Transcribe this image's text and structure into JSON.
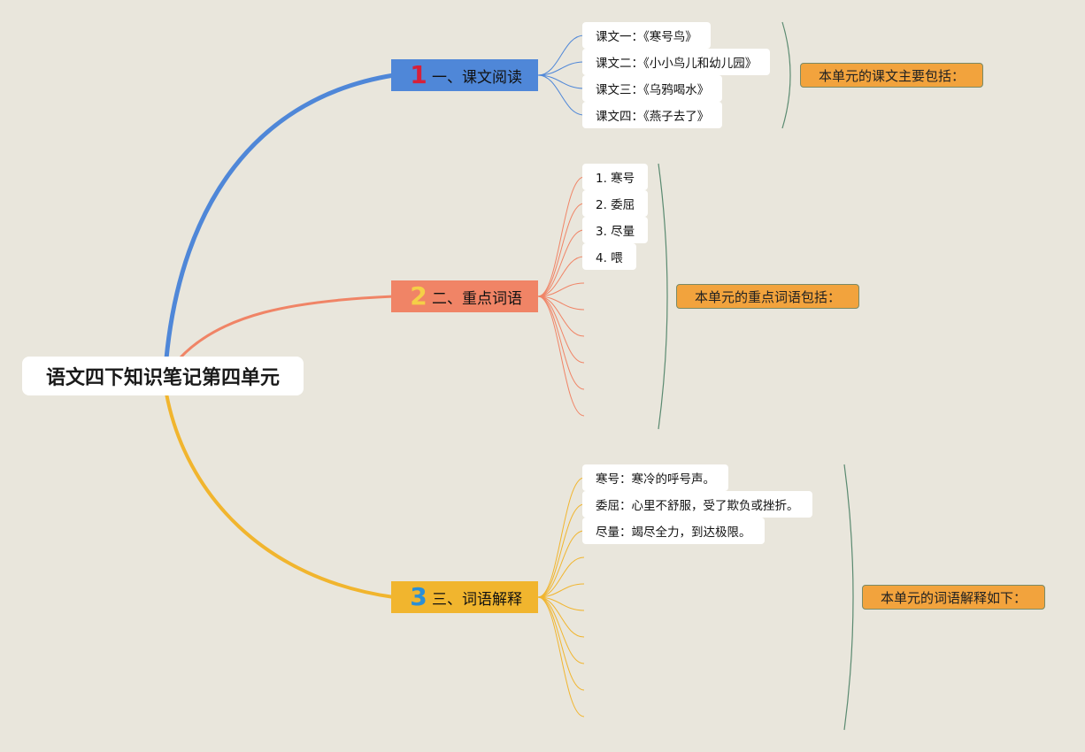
{
  "root": {
    "title": "语文四下知识笔记第四单元"
  },
  "branches": [
    {
      "number": "1",
      "label": "一、课文阅读",
      "color": "#4f87d8",
      "items": [
        "课文一：《寒号鸟》",
        "课文二：《小小鸟儿和幼儿园》",
        "课文三：《乌鸦喝水》",
        "课文四：《燕子去了》"
      ],
      "summary": "本单元的课文主要包括："
    },
    {
      "number": "2",
      "label": "二、重点词语",
      "color": "#f08466",
      "items": [
        "1. 寒号",
        "2. 委屈",
        "3. 尽量",
        "4. 喂"
      ],
      "summary": "本单元的重点词语包括："
    },
    {
      "number": "3",
      "label": "三、词语解释",
      "color": "#f1b52e",
      "items": [
        "寒号：寒冷的呼号声。",
        "委屈：心里不舒服，受了欺负或挫折。",
        "尽量：竭尽全力，到达极限。"
      ],
      "summary": "本单元的词语解释如下："
    }
  ]
}
